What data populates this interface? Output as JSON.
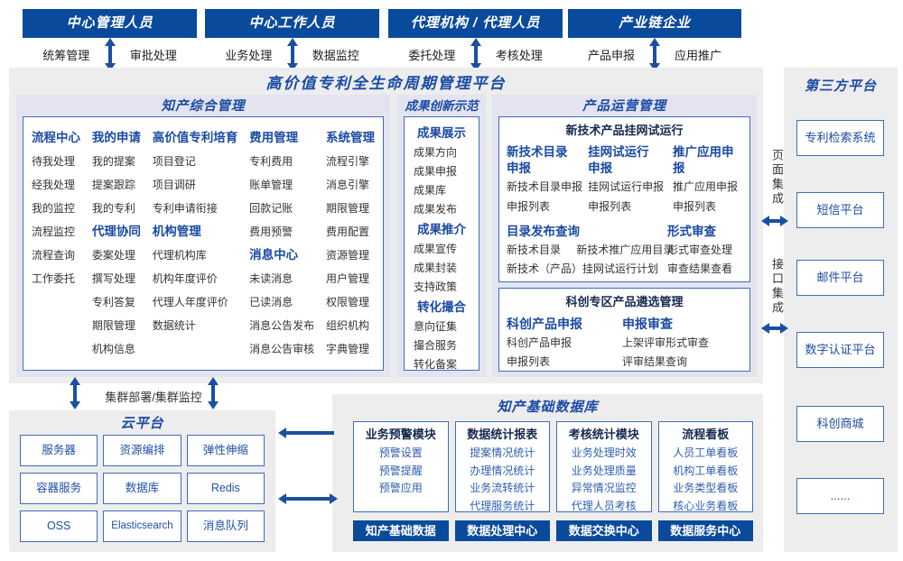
{
  "palette": {
    "header_blue": "#0a4a9c",
    "title_blue": "#1b4ba3",
    "border_blue": "#3f6db8",
    "arrow_blue": "#1b4fa0",
    "module_item_blue": "#2f5eb0",
    "navy_header": "#15294e",
    "section_lavender": "#e3e4f0",
    "panel_gray": "#ededee"
  },
  "top_actors": [
    {
      "title": "中心管理人员",
      "left_label": "统筹管理",
      "right_label": "审批处理"
    },
    {
      "title": "中心工作人员",
      "left_label": "业务处理",
      "right_label": "数据监控"
    },
    {
      "title": "代理机构 / 代理人员",
      "left_label": "委托处理",
      "right_label": "考核处理"
    },
    {
      "title": "产业链企业",
      "left_label": "产品申报",
      "right_label": "应用推广"
    }
  ],
  "platform_title": "高价值专利全生命周期管理平台",
  "ip_mgmt": {
    "title": "知产综合管理",
    "columns": [
      {
        "groups": [
          {
            "header": "流程中心",
            "items": [
              "待我处理",
              "经我处理",
              "我的监控",
              "流程监控",
              "流程查询",
              "工作委托"
            ]
          }
        ]
      },
      {
        "groups": [
          {
            "header": "我的申请",
            "items": [
              "我的提案",
              "提案跟踪",
              "我的专利"
            ]
          },
          {
            "header": "代理协同",
            "items": [
              "委案处理",
              "撰写处理",
              "专利答复",
              "期限管理",
              "机构信息"
            ]
          }
        ]
      },
      {
        "groups": [
          {
            "header": "高价值专利培育",
            "items": [
              "项目登记",
              "项目调研",
              "专利申请衔接"
            ]
          },
          {
            "header": "机构管理",
            "items": [
              "代理机构库",
              "机构年度评价",
              "代理人年度评价",
              "数据统计"
            ]
          }
        ]
      },
      {
        "groups": [
          {
            "header": "费用管理",
            "items": [
              "专利费用",
              "账单管理",
              "回款记账",
              "费用预警"
            ]
          },
          {
            "header": "消息中心",
            "items": [
              "未读消息",
              "已读消息",
              "消息公告发布",
              "消息公告审核"
            ]
          }
        ]
      },
      {
        "groups": [
          {
            "header": "系统管理",
            "items": [
              "流程引擎",
              "消息引擎",
              "期限管理",
              "费用配置",
              "资源管理",
              "用户管理",
              "权限管理",
              "组织机构",
              "字典管理"
            ]
          }
        ]
      }
    ]
  },
  "achievement": {
    "title": "成果创新示范",
    "groups": [
      {
        "header": "成果展示",
        "items": [
          "成果方向",
          "成果申报",
          "成果库",
          "成果发布"
        ]
      },
      {
        "header": "成果推介",
        "items": [
          "成果宣传",
          "成果封装",
          "支持政策"
        ]
      },
      {
        "header": "转化撮合",
        "items": [
          "意向征集",
          "撮合服务",
          "转化备案"
        ]
      }
    ]
  },
  "product_ops": {
    "title": "产品运营管理",
    "trial": {
      "title": "新技术产品挂网试运行",
      "columns": [
        {
          "header_lines": [
            "新技术目录",
            "申报"
          ],
          "items": [
            "新技术目录申报",
            "申报列表"
          ]
        },
        {
          "header_lines": [
            "挂网试运行",
            "申报"
          ],
          "items": [
            "挂网试运行申报",
            "申报列表"
          ]
        },
        {
          "header_lines": [
            "推广应用申报"
          ],
          "items": [
            "推广应用申报",
            "申报列表"
          ]
        }
      ],
      "catalog": {
        "header": "目录发布查询",
        "row1": [
          "新技术目录",
          "新技术推广应用目录"
        ],
        "row2": "新技术（产品）挂网试运行计划"
      },
      "review": {
        "header": "形式审查",
        "items": [
          "形式审查处理",
          "审查结果查看"
        ]
      }
    },
    "selection": {
      "title": "科创专区产品遴选管理",
      "columns": [
        {
          "header": "科创产品申报",
          "items": [
            "科创产品申报",
            "申报列表"
          ]
        },
        {
          "header": "申报审查",
          "items": [
            "上架评审形式审查",
            "评审结果查询"
          ]
        }
      ]
    }
  },
  "third_party": {
    "title": "第三方平台",
    "items": [
      "专利检索系统",
      "短信平台",
      "邮件平台",
      "数字认证平台",
      "科创商城",
      "......"
    ]
  },
  "cloud": {
    "title": "云平台",
    "items": [
      "服务器",
      "资源编排",
      "弹性伸缩",
      "容器服务",
      "数据库",
      "Redis",
      "OSS",
      "Elasticsearch",
      "消息队列"
    ]
  },
  "data_base": {
    "title": "知产基础数据库",
    "modules": [
      {
        "header": "业务预警模块",
        "items": [
          "预警设置",
          "预警提醒",
          "预警应用"
        ]
      },
      {
        "header": "数据统计报表",
        "items": [
          "提案情况统计",
          "办理情况统计",
          "业务流转统计",
          "代理服务统计"
        ]
      },
      {
        "header": "考核统计模块",
        "items": [
          "业务处理时效",
          "业务处理质量",
          "异常情况监控",
          "代理人员考核"
        ]
      },
      {
        "header": "流程看板",
        "items": [
          "人员工单看板",
          "机构工单看板",
          "业务类型看板",
          "核心业务看板"
        ]
      }
    ],
    "bars": [
      "知产基础数据",
      "数据处理中心",
      "数据交换中心",
      "数据服务中心"
    ]
  },
  "connectors": {
    "cluster_label": "集群部署/集群监控",
    "page_integration": "页面集成",
    "api_integration": "接口集成"
  }
}
